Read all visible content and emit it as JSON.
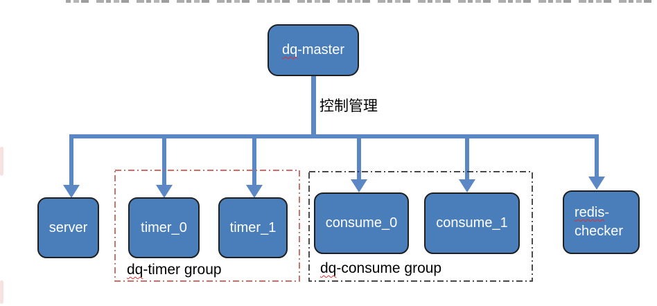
{
  "edge_label": "控制管理",
  "nodes": {
    "master": {
      "mis": "dq",
      "rest": "-master"
    },
    "server": {
      "label": "server"
    },
    "timer0": {
      "label": "timer_0"
    },
    "timer1": {
      "label": "timer_1"
    },
    "consume0": {
      "label": "consume_0"
    },
    "consume1": {
      "label": "consume_1"
    },
    "redis": {
      "mis": "redis",
      "rest": "-",
      "line2": "checker"
    }
  },
  "groups": {
    "timer": {
      "mis": "dq",
      "rest": "-timer group"
    },
    "consume": {
      "mis": "dq",
      "rest": "-consume group"
    }
  },
  "colors": {
    "node_fill": "#4a7ebb",
    "node_border": "#1f1f1f",
    "node_text": "#ffffff",
    "connector": "#5b87c5",
    "timer_group_border": "#cc5850",
    "consume_group_border": "#2e2e2e",
    "spellcheck": "#e03030",
    "label_text": "#000000"
  }
}
